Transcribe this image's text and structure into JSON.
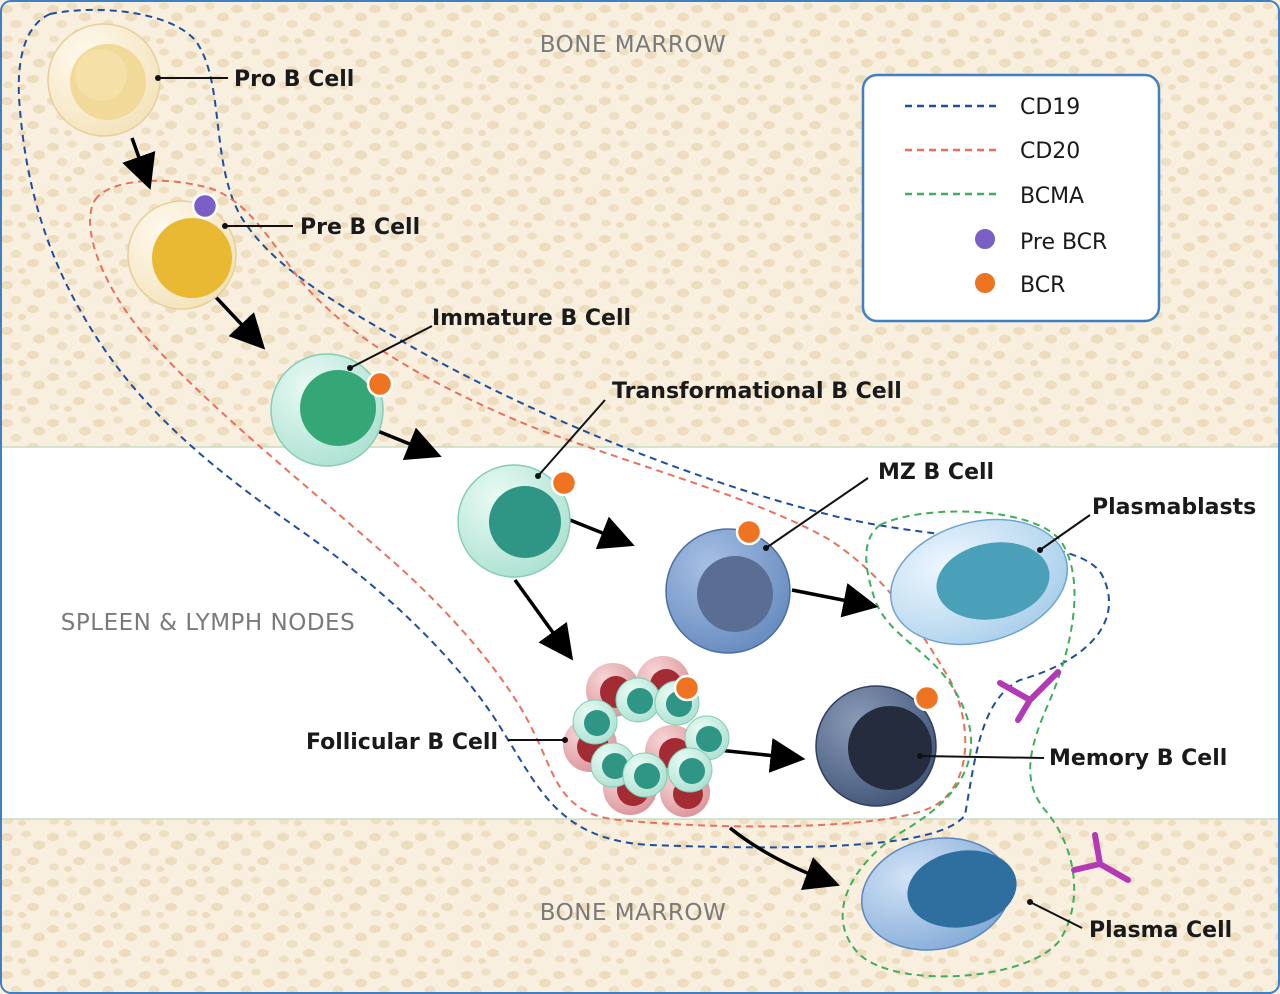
{
  "regions": {
    "top": "BONE MARROW",
    "middle": "SPLEEN & LYMPH NODES",
    "bottom": "BONE MARROW"
  },
  "legend": {
    "cd19": {
      "label": "CD19",
      "color": "#1f4f9c"
    },
    "cd20": {
      "label": "CD20",
      "color": "#e8705c"
    },
    "bcma": {
      "label": "BCMA",
      "color": "#3fae5a"
    },
    "pre_bcr": {
      "label": "Pre BCR",
      "color": "#7b5fc7"
    },
    "bcr": {
      "label": "BCR",
      "color": "#ee7421"
    }
  },
  "cells": {
    "pro_b": "Pro B Cell",
    "pre_b": "Pre B Cell",
    "immature_b": "Immature B Cell",
    "transformational_b": "Transformational B Cell",
    "mz_b": "MZ B Cell",
    "plasmablasts": "Plasmablasts",
    "follicular_b": "Follicular B Cell",
    "memory_b": "Memory B Cell",
    "plasma": "Plasma Cell"
  },
  "colors": {
    "marrow_bg": "#f7eedd",
    "frame": "#3f7fc4",
    "antibody": "#b23ab5"
  }
}
